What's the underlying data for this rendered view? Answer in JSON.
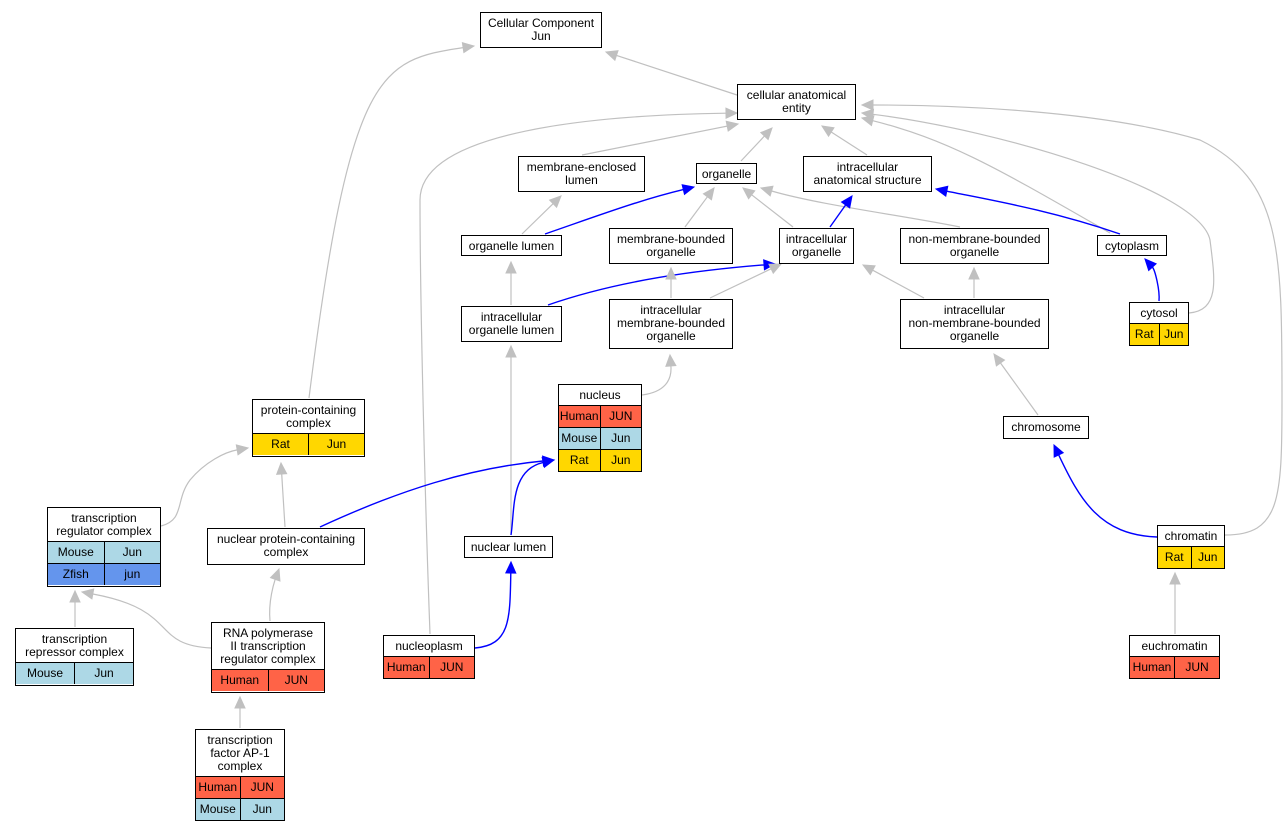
{
  "colors": {
    "edge_gray": "#c0c0c0",
    "edge_blue": "#0000ff",
    "Human": "#ff6347",
    "Mouse": "#add8e6",
    "Rat": "#ffd700",
    "Zfish": "#6495ed"
  },
  "nodes": {
    "root": {
      "label": "Cellular Component\nJun"
    },
    "cae": {
      "label": "cellular anatomical\nentity"
    },
    "mel": {
      "label": "membrane-enclosed\nlumen"
    },
    "org": {
      "label": "organelle"
    },
    "ias": {
      "label": "intracellular\nanatomical structure"
    },
    "orgl": {
      "label": "organelle lumen"
    },
    "mbo": {
      "label": "membrane-bounded\norganelle"
    },
    "io": {
      "label": "intracellular\norganelle"
    },
    "nmbo": {
      "label": "non-membrane-bounded\norganelle"
    },
    "cyto": {
      "label": "cytoplasm"
    },
    "iol": {
      "label": "intracellular\norganelle lumen"
    },
    "imbo": {
      "label": "intracellular\nmembrane-bounded\norganelle"
    },
    "inmbo": {
      "label": "intracellular\nnon-membrane-bounded\norganelle"
    },
    "cytosol": {
      "label": "cytosol",
      "rows": [
        [
          "Rat",
          "Jun"
        ]
      ]
    },
    "nucleus": {
      "label": "nucleus",
      "rows": [
        [
          "Human",
          "JUN"
        ],
        [
          "Mouse",
          "Jun"
        ],
        [
          "Rat",
          "Jun"
        ]
      ]
    },
    "pcc": {
      "label": "protein-containing\ncomplex",
      "rows": [
        [
          "Rat",
          "Jun"
        ]
      ]
    },
    "chrom": {
      "label": "chromosome"
    },
    "trc": {
      "label": "transcription\nregulator complex",
      "rows": [
        [
          "Mouse",
          "Jun"
        ],
        [
          "Zfish",
          "jun"
        ]
      ]
    },
    "npcc": {
      "label": "nuclear protein-containing\ncomplex"
    },
    "nl": {
      "label": "nuclear lumen"
    },
    "chromatin": {
      "label": "chromatin",
      "rows": [
        [
          "Rat",
          "Jun"
        ]
      ]
    },
    "trepc": {
      "label": "transcription\nrepressor complex",
      "rows": [
        [
          "Mouse",
          "Jun"
        ]
      ]
    },
    "rnap": {
      "label": "RNA polymerase\nII transcription\nregulator complex",
      "rows": [
        [
          "Human",
          "JUN"
        ]
      ]
    },
    "nucleoplasm": {
      "label": "nucleoplasm",
      "rows": [
        [
          "Human",
          "JUN"
        ]
      ]
    },
    "euchromatin": {
      "label": "euchromatin",
      "rows": [
        [
          "Human",
          "JUN"
        ]
      ]
    },
    "ap1": {
      "label": "transcription\nfactor AP-1\ncomplex",
      "rows": [
        [
          "Human",
          "JUN"
        ],
        [
          "Mouse",
          "Jun"
        ]
      ]
    }
  },
  "edges": [
    {
      "from": "cae",
      "to": "root",
      "kind": "is_a"
    },
    {
      "from": "pcc",
      "to": "root",
      "kind": "is_a"
    },
    {
      "from": "mel",
      "to": "cae",
      "kind": "is_a"
    },
    {
      "from": "org",
      "to": "cae",
      "kind": "is_a"
    },
    {
      "from": "ias",
      "to": "cae",
      "kind": "is_a"
    },
    {
      "from": "cyto",
      "to": "cae",
      "kind": "is_a"
    },
    {
      "from": "cytosol",
      "to": "cae",
      "kind": "is_a"
    },
    {
      "from": "chromatin",
      "to": "cae",
      "kind": "is_a"
    },
    {
      "from": "nucleoplasm",
      "to": "cae",
      "kind": "is_a"
    },
    {
      "from": "orgl",
      "to": "mel",
      "kind": "is_a"
    },
    {
      "from": "orgl",
      "to": "org",
      "kind": "part_of"
    },
    {
      "from": "mbo",
      "to": "org",
      "kind": "is_a"
    },
    {
      "from": "io",
      "to": "org",
      "kind": "is_a"
    },
    {
      "from": "nmbo",
      "to": "org",
      "kind": "is_a"
    },
    {
      "from": "io",
      "to": "ias",
      "kind": "part_of"
    },
    {
      "from": "cyto",
      "to": "ias",
      "kind": "part_of"
    },
    {
      "from": "iol",
      "to": "orgl",
      "kind": "is_a"
    },
    {
      "from": "iol",
      "to": "io",
      "kind": "part_of"
    },
    {
      "from": "imbo",
      "to": "mbo",
      "kind": "is_a"
    },
    {
      "from": "imbo",
      "to": "io",
      "kind": "is_a"
    },
    {
      "from": "inmbo",
      "to": "io",
      "kind": "is_a"
    },
    {
      "from": "inmbo",
      "to": "nmbo",
      "kind": "is_a"
    },
    {
      "from": "cytosol",
      "to": "cyto",
      "kind": "part_of"
    },
    {
      "from": "nucleus",
      "to": "imbo",
      "kind": "is_a"
    },
    {
      "from": "chrom",
      "to": "inmbo",
      "kind": "is_a"
    },
    {
      "from": "nl",
      "to": "iol",
      "kind": "is_a"
    },
    {
      "from": "nl",
      "to": "nucleus",
      "kind": "part_of"
    },
    {
      "from": "npcc",
      "to": "nucleus",
      "kind": "part_of"
    },
    {
      "from": "npcc",
      "to": "pcc",
      "kind": "is_a"
    },
    {
      "from": "trc",
      "to": "pcc",
      "kind": "is_a"
    },
    {
      "from": "chromatin",
      "to": "chrom",
      "kind": "part_of"
    },
    {
      "from": "trepc",
      "to": "trc",
      "kind": "is_a"
    },
    {
      "from": "rnap",
      "to": "trc",
      "kind": "is_a"
    },
    {
      "from": "rnap",
      "to": "npcc",
      "kind": "is_a"
    },
    {
      "from": "nucleoplasm",
      "to": "nl",
      "kind": "part_of"
    },
    {
      "from": "euchromatin",
      "to": "chromatin",
      "kind": "is_a"
    },
    {
      "from": "ap1",
      "to": "rnap",
      "kind": "is_a"
    }
  ]
}
